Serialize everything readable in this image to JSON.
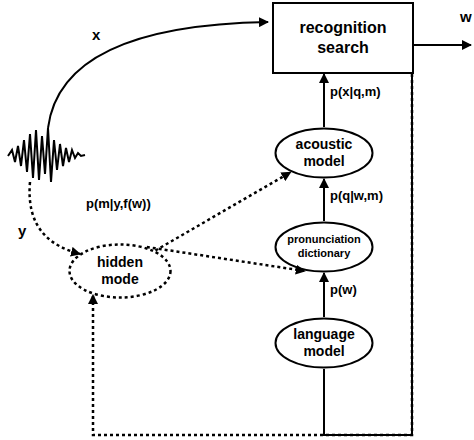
{
  "diagram": {
    "nodes": [
      {
        "text": [
          "recognition search"
        ]
      },
      {
        "text": [
          "acoustic model"
        ]
      },
      {
        "text": [
          "pronunciation dictionary"
        ]
      },
      {
        "text": [
          "language model"
        ]
      },
      {
        "text": [
          "hidden mode"
        ]
      }
    ],
    "edges": [
      {
        "from": 1,
        "to": 0,
        "label": "p(x|q,m)",
        "arrow": "to"
      },
      {
        "from": 2,
        "to": 1,
        "label": "p(q|w,m)",
        "arrow": "to"
      },
      {
        "from": 3,
        "to": 2,
        "label": "p(w)",
        "arrow": "to"
      },
      {
        "from": 4,
        "to": 1,
        "label": "p(m|y,f(w))",
        "arrow": "to"
      },
      {
        "from": 4,
        "to": 2,
        "arrow": "to"
      },
      {
        "from": 0,
        "to": 4,
        "arrow": "to"
      },
      {
        "from": 0,
        "to": 3,
        "arrow": "none"
      }
    ],
    "labels": [
      "x",
      "y",
      "w"
    ]
  }
}
